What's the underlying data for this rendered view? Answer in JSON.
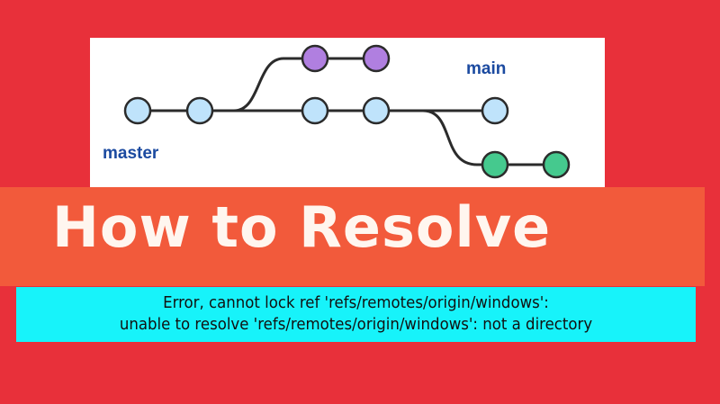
{
  "diagram": {
    "labels": {
      "master": "master",
      "main": "main"
    },
    "colors": {
      "main_commit": "#bfe3fb",
      "feature_commit": "#b07fe0",
      "other_commit": "#45c98e",
      "line": "#2b2b2b"
    }
  },
  "banner": {
    "title": "How to Resolve"
  },
  "error": {
    "line1": "Error, cannot lock ref 'refs/remotes/origin/windows':",
    "line2": "unable to resolve 'refs/remotes/origin/windows': not a directory"
  }
}
